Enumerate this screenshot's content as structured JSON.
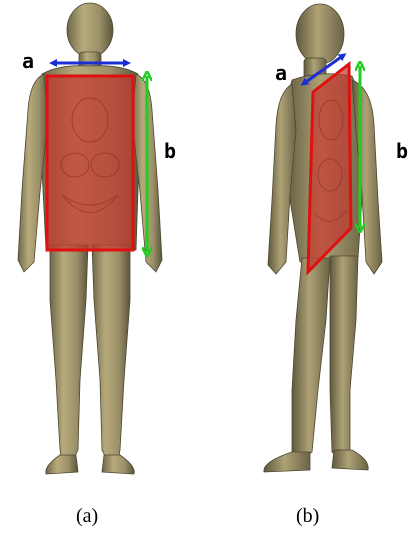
{
  "panels": [
    {
      "caption": "(a)",
      "dimension_labels": {
        "width": "a",
        "height": "b"
      }
    },
    {
      "caption": "(b)",
      "dimension_labels": {
        "width": "a",
        "height": "b"
      }
    }
  ],
  "colors": {
    "skin": "#a59a6f",
    "skin_shadow": "#6e6648",
    "box_fill": "#c2392f",
    "box_stroke": "#e01010",
    "arrow_a": "#1c2fd6",
    "arrow_b": "#22cc22",
    "label": "#000000"
  }
}
